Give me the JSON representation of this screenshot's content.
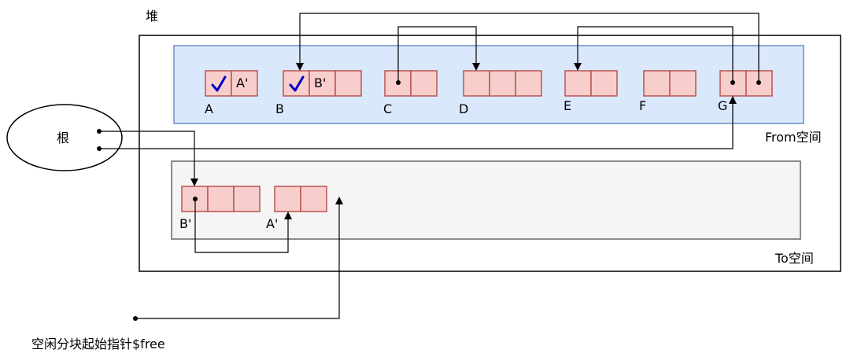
{
  "heap_label": "堆",
  "root_label": "根",
  "from_space_label": "From空间",
  "to_space_label": "To空间",
  "free_pointer_label": "空闲分块起始指针$free",
  "objects": {
    "A": {
      "label": "A",
      "forward": "A'",
      "marked": true
    },
    "B": {
      "label": "B",
      "forward": "B'",
      "marked": true
    },
    "C": {
      "label": "C"
    },
    "D": {
      "label": "D"
    },
    "E": {
      "label": "E"
    },
    "F": {
      "label": "F"
    },
    "G": {
      "label": "G"
    },
    "B_copy": {
      "label": "B'"
    },
    "A_copy": {
      "label": "A'"
    }
  },
  "colors": {
    "cell_fill": "#f8cecc",
    "cell_stroke": "#b85450",
    "from_space_fill": "#dae8fc",
    "to_space_fill": "#f5f5f5",
    "check_mark": "#0000cc"
  }
}
